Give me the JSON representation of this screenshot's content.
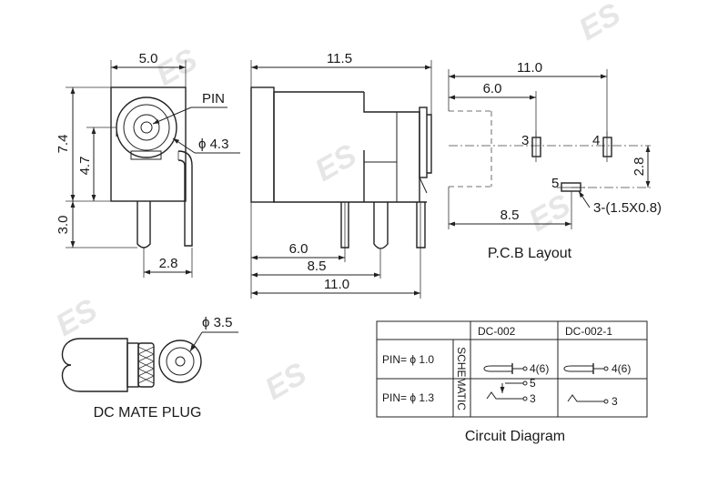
{
  "watermark": {
    "text": "ES"
  },
  "front_view": {
    "width_dim": "5.0",
    "height_dim": "7.4",
    "center_height_dim": "4.7",
    "pin_length_dim": "3.0",
    "pin_offset_dim": "2.8",
    "pin_label": "PIN",
    "hole_dia": "ϕ 4.3"
  },
  "side_view": {
    "length_dim": "11.5",
    "pin_dim_1": "6.0",
    "pin_dim_2": "8.5",
    "pin_dim_3": "11.0"
  },
  "pcb_layout": {
    "title": "P.C.B Layout",
    "overall_dim": "11.0",
    "pin_dim": "6.0",
    "bottom_dim": "8.5",
    "vertical_dim": "2.8",
    "pad_note": "3-(1.5X0.8)",
    "pad_labels": [
      "3",
      "4",
      "5"
    ]
  },
  "mate_plug": {
    "title": "DC MATE PLUG",
    "dia": "ϕ 3.5"
  },
  "circuit": {
    "title": "Circuit Diagram",
    "models": [
      "DC-002",
      "DC-002-1"
    ],
    "schematic_label": "SCHEMATIC",
    "rows": [
      {
        "pin": "PIN= ϕ 1.0"
      },
      {
        "pin": "PIN= ϕ 1.3"
      }
    ],
    "dc002_labels": [
      "4(6)",
      "5",
      "3"
    ],
    "dc0021_labels": [
      "4(6)",
      "3"
    ]
  }
}
